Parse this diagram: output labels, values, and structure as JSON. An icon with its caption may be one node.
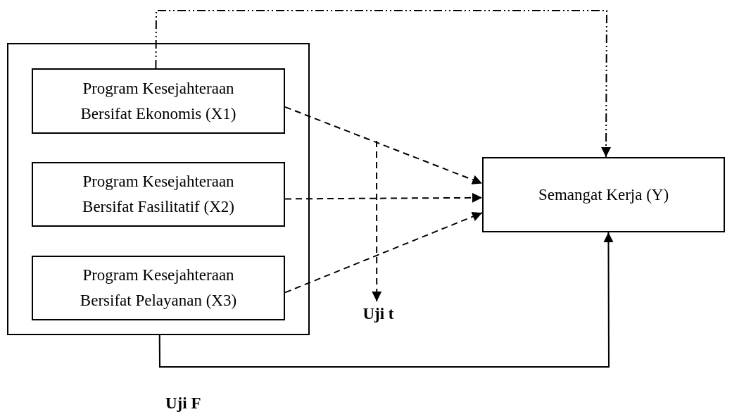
{
  "diagram": {
    "nodes": [
      {
        "text": [],
        "shape": "box"
      },
      {
        "text": [
          "Program Kesejahteraan Bersifat Ekonomis (X1)"
        ],
        "in": 0
      },
      {
        "text": [
          "Program Kesejahteraan Bersifat Fasilitatif (X2)"
        ],
        "in": 0
      },
      {
        "text": [
          "Program Kesejahteraan Bersifat Pelayanan (X3)"
        ],
        "in": 0
      },
      {
        "text": [
          "Semangat Kerja (Y)"
        ]
      },
      {
        "text": [
          "Uji t"
        ]
      }
    ],
    "edges": [
      {
        "from": 1,
        "to": 4,
        "arrow": "to",
        "style": "dashed"
      },
      {
        "from": 2,
        "to": 4,
        "arrow": "to",
        "style": "dashed"
      },
      {
        "from": 3,
        "to": 4,
        "arrow": "to",
        "style": "dashed"
      },
      {
        "from": 1,
        "to": 4,
        "arrow": "to",
        "style": "dashed"
      },
      {
        "from": 0,
        "to": 4,
        "arrow": "to",
        "label": "Uji F"
      },
      {
        "from": null,
        "to": 5,
        "arrow": "to",
        "style": "dashed"
      }
    ]
  }
}
